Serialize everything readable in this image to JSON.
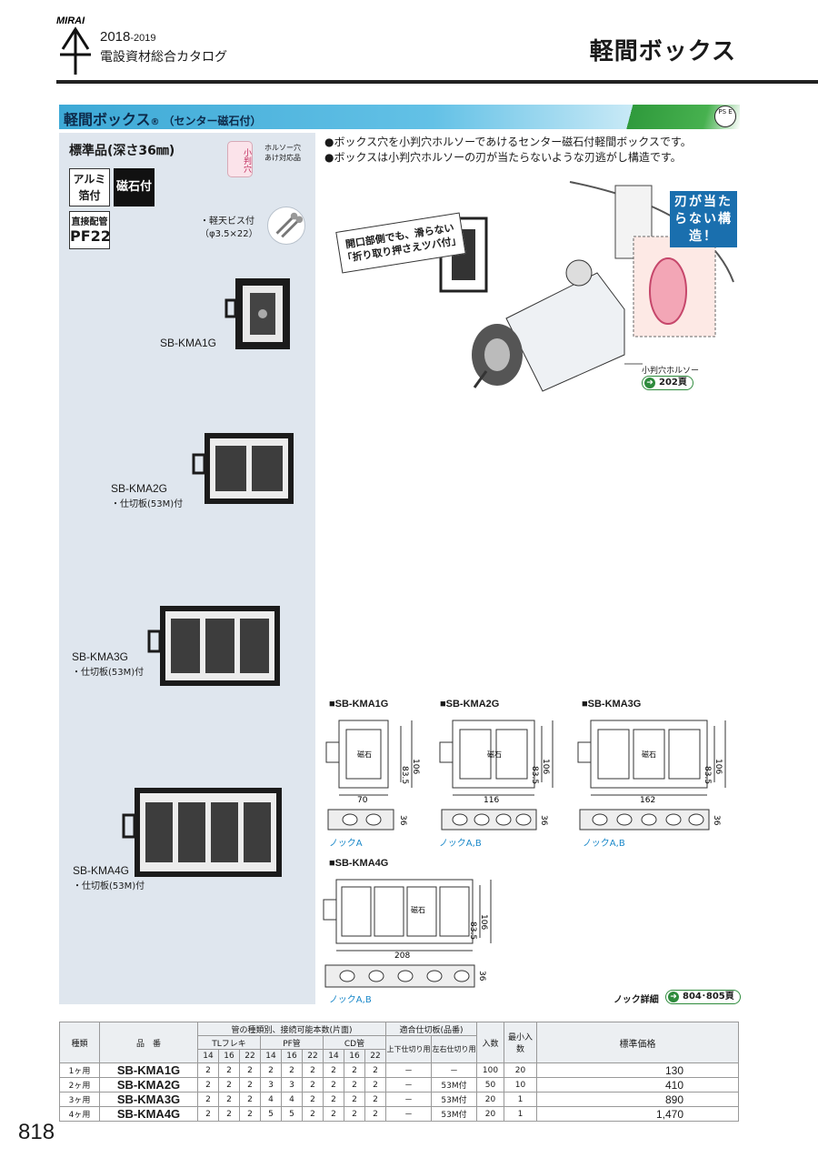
{
  "header": {
    "brand": "MIRAI",
    "year": "2018",
    "year_suffix": "-2019",
    "catalog": "電設資材総合カタログ",
    "page_title": "軽間ボックス"
  },
  "section": {
    "title": "軽間ボックス",
    "reg": "®",
    "subtitle": "（センター磁石付）",
    "pse_mark": "PS E"
  },
  "panel": {
    "standard": "標準品(深さ36㎜)",
    "hole_badge": "小判穴",
    "hole_note": "ホルソー穴あけ対応品",
    "badge_aluminum": "アルミ箔付",
    "badge_magnet": "磁石付",
    "badge_pipe_title": "直接配管",
    "badge_pipe_value": "PF22",
    "screw_note_1": "・軽天ビス付",
    "screw_note_2": "（φ3.5×22）"
  },
  "products": [
    {
      "name": "SB-KMA1G",
      "note": ""
    },
    {
      "name": "SB-KMA2G",
      "note": "・仕切板(53M)付"
    },
    {
      "name": "SB-KMA3G",
      "note": "・仕切板(53M)付"
    },
    {
      "name": "SB-KMA4G",
      "note": "・仕切板(53M)付"
    }
  ],
  "features": [
    "●ボックス穴を小判穴ホルソーであけるセンター磁石付軽間ボックスです。",
    "●ボックスは小判穴ホルソーの刃が当たらないような刃逃がし構造です。"
  ],
  "illustration": {
    "callout_left_1": "開口部側でも、滑らない",
    "callout_left_2": "「折り取り押さえツバ付」",
    "callout_right": "刃が当たらない構造！",
    "saw_label": "小判穴ホルソー",
    "page_ref": "202頁"
  },
  "drawings": [
    {
      "label": "■SB-KMA1G",
      "width": "70",
      "h1": "83.5",
      "h2": "106",
      "depth": "36",
      "knock": "ノックA"
    },
    {
      "label": "■SB-KMA2G",
      "width": "116",
      "h1": "83.5",
      "h2": "106",
      "depth": "36",
      "knock": "ノックA,B"
    },
    {
      "label": "■SB-KMA3G",
      "width": "162",
      "h1": "83.5",
      "h2": "106",
      "depth": "36",
      "knock": "ノックA,B"
    },
    {
      "label": "■SB-KMA4G",
      "width": "208",
      "h1": "83.5",
      "h2": "106",
      "depth": "36",
      "knock": "ノックA,B"
    }
  ],
  "magnet_label": "磁石",
  "knock_detail": {
    "label": "ノック詳細",
    "ref": "804･805頁"
  },
  "table": {
    "head": {
      "type": "種類",
      "part": "品　番",
      "pipes": "管の種類別、接続可能本数(片面)",
      "partition": "適合仕切板(品番)",
      "qty": "入数",
      "min": "最小入数",
      "price": "標準価格",
      "tl": "TLフレキ",
      "pf": "PF管",
      "cd": "CD管",
      "sizes": [
        "14",
        "16",
        "22",
        "14",
        "16",
        "22",
        "14",
        "16",
        "22"
      ],
      "updown": "上下仕切り用",
      "leftright": "左右仕切り用"
    },
    "rows": [
      {
        "type": "1ヶ用",
        "part": "SB-KMA1G",
        "tl": [
          "2",
          "2",
          "2"
        ],
        "pf": [
          "2",
          "2",
          "2"
        ],
        "cd": [
          "2",
          "2",
          "2"
        ],
        "ud": "－",
        "lr": "－",
        "qty": "100",
        "min": "20",
        "price": "130"
      },
      {
        "type": "2ヶ用",
        "part": "SB-KMA2G",
        "tl": [
          "2",
          "2",
          "2"
        ],
        "pf": [
          "3",
          "3",
          "2"
        ],
        "cd": [
          "2",
          "2",
          "2"
        ],
        "ud": "－",
        "lr": "53M付",
        "qty": "50",
        "min": "10",
        "price": "410"
      },
      {
        "type": "3ヶ用",
        "part": "SB-KMA3G",
        "tl": [
          "2",
          "2",
          "2"
        ],
        "pf": [
          "4",
          "4",
          "2"
        ],
        "cd": [
          "2",
          "2",
          "2"
        ],
        "ud": "－",
        "lr": "53M付",
        "qty": "20",
        "min": "1",
        "price": "890"
      },
      {
        "type": "4ヶ用",
        "part": "SB-KMA4G",
        "tl": [
          "2",
          "2",
          "2"
        ],
        "pf": [
          "5",
          "5",
          "2"
        ],
        "cd": [
          "2",
          "2",
          "2"
        ],
        "ud": "－",
        "lr": "53M付",
        "qty": "20",
        "min": "1",
        "price": "1,470"
      }
    ]
  },
  "page_number": "818"
}
